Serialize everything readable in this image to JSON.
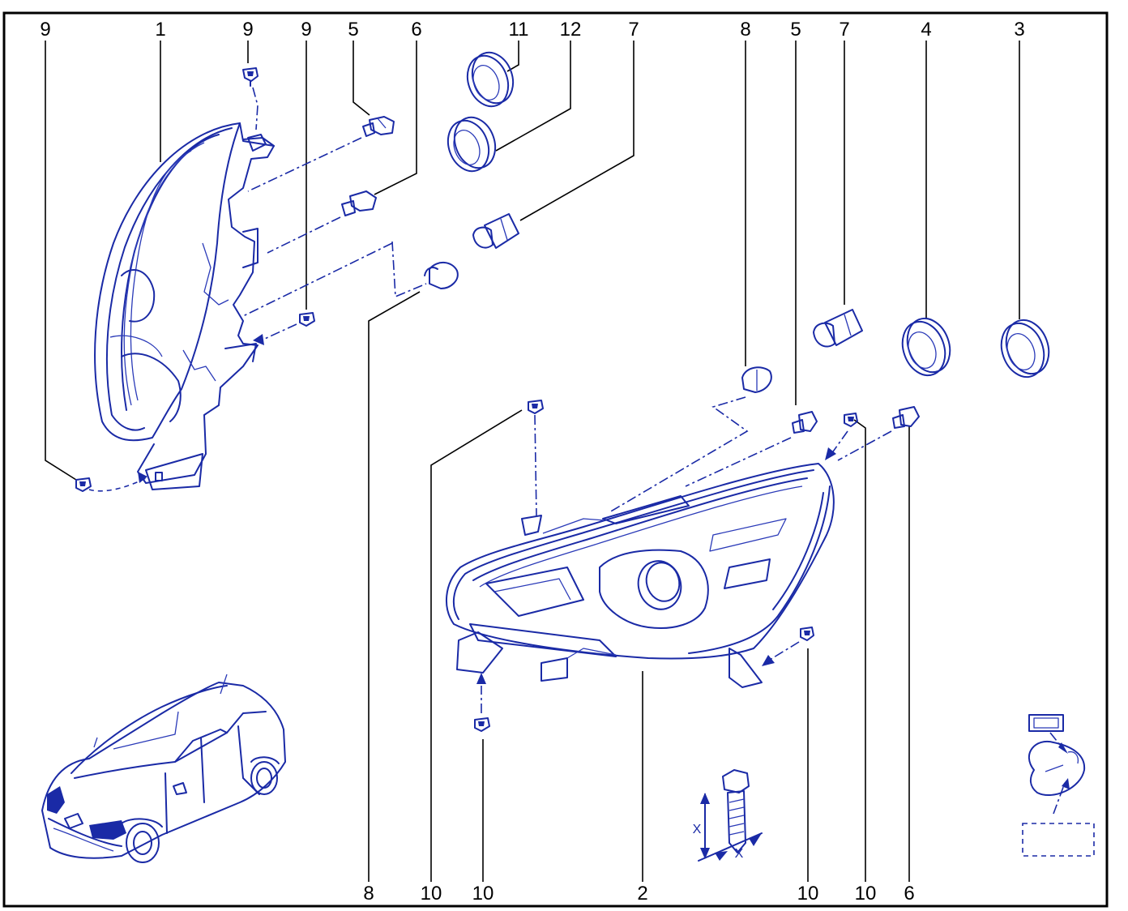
{
  "callouts_top": [
    "9",
    "1",
    "9",
    "9",
    "5",
    "6",
    "11",
    "12",
    "7",
    "8",
    "5",
    "7",
    "4",
    "3"
  ],
  "callouts_bottom": [
    "8",
    "10",
    "10",
    "2",
    "10",
    "10",
    "6"
  ],
  "bolt_dimension_labels": [
    "X",
    "X"
  ],
  "colors": {
    "line": "#1a2aa6",
    "frame": "#000000",
    "background": "#ffffff"
  }
}
